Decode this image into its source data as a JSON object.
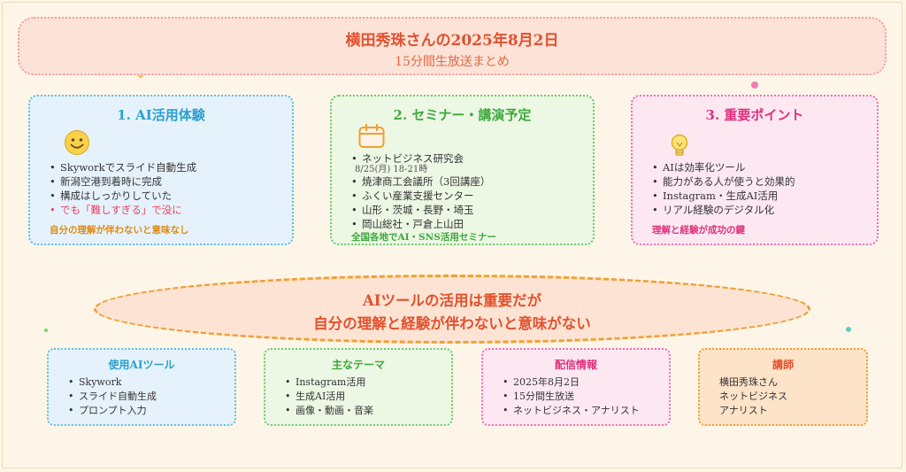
{
  "title": {
    "main": "横田秀珠さんの2025年8月2日",
    "sub": "15分間生放送まとめ"
  },
  "cards": [
    {
      "heading": "1. AI活用体験",
      "icon": "smiley-face-icon",
      "items": [
        "Skyworkでスライド自動生成",
        "新潟空港到着時に完成",
        "構成はしっかりしていた",
        "でも「難しすぎる」で没に"
      ],
      "footer": "自分の理解が伴わないと意味なし"
    },
    {
      "heading": "2. セミナー・講演予定",
      "icon": "calendar-icon",
      "items": [
        "ネットビジネス研究会",
        "焼津商工会議所（3回講座）",
        "ふくい産業支援センター",
        "山形・茨城・長野・埼玉",
        "岡山総社・戸倉上山田"
      ],
      "note": "8/25(月) 18-21時",
      "footer": "全国各地でAI・SNS活用セミナー"
    },
    {
      "heading": "3. 重要ポイント",
      "icon": "lightbulb-icon",
      "items": [
        "AIは効率化ツール",
        "能力がある人が使うと効果的",
        "Instagram・生成AI活用",
        "リアル経験のデジタル化"
      ],
      "footer": "理解と経験が成功の鍵"
    }
  ],
  "key_message": {
    "line1": "AIツールの活用は重要だが",
    "line2": "自分の理解と経験が伴わないと意味がない"
  },
  "bottom": [
    {
      "heading": "使用AIツール",
      "items": [
        "Skywork",
        "スライド自動生成",
        "プロンプト入力"
      ]
    },
    {
      "heading": "主なテーマ",
      "items": [
        "Instagram活用",
        "生成AI活用",
        "画像・動画・音楽"
      ]
    },
    {
      "heading": "配信情報",
      "items": [
        "2025年8月2日",
        "15分間生放送",
        "ネットビジネス・アナリスト"
      ]
    },
    {
      "heading": "講師",
      "items": [
        "横田秀珠さん",
        "ネットビジネス",
        "アナリスト"
      ]
    }
  ],
  "colors": {
    "blue": "#2aa0cf",
    "green": "#3ea83e",
    "pink": "#e0307c",
    "orange": "#e0522e",
    "highlight": "#ef4060"
  }
}
